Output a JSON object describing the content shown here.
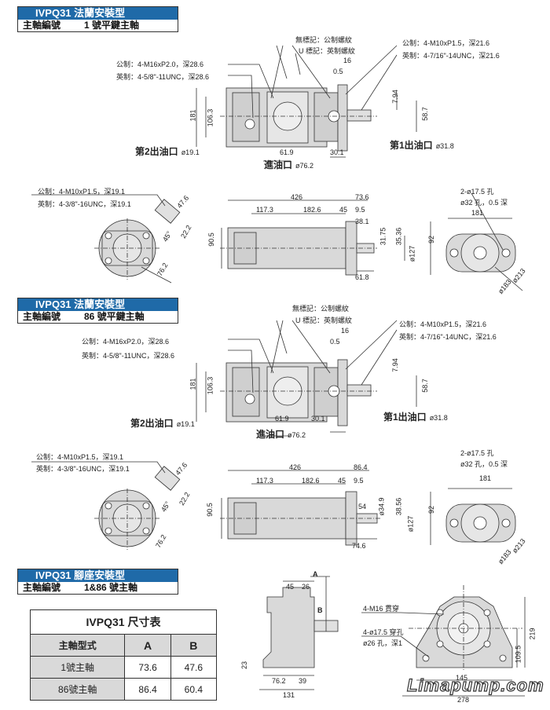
{
  "sections": [
    {
      "title": "IVPQ31 法蘭安裝型",
      "shaft_label": "主軸編號",
      "shaft_value": "1 號平鍵主軸"
    },
    {
      "title": "IVPQ31 法蘭安裝型",
      "shaft_label": "主軸編號",
      "shaft_value": "86 號平鍵主軸"
    },
    {
      "title": "IVPQ31 腳座安裝型",
      "shaft_label": "主軸編號",
      "shaft_value": "1&86 號主軸"
    }
  ],
  "s1": {
    "no_mark": "無標記：公制螺紋",
    "u_mark": "U 標記：英制螺紋",
    "metric_r": "公制：4-M10xP1.5，深21.6",
    "imperial_r": "英制：4-7/16\"-14UNC，深21.6",
    "metric_l": "公制：4-M16xP2.0，深28.6",
    "imperial_l": "英制：4-5/8\"-11UNC，深28.6",
    "outlet2": "第2出油口",
    "outlet2_d": "ø19.1",
    "outlet1": "第1出油口",
    "outlet1_d": "ø31.8",
    "inlet": "進油口",
    "inlet_d": "ø76.2",
    "d181": "181",
    "d106": "106.3",
    "d619": "61.9",
    "d301": "30.1",
    "d16": "16",
    "d05": "0.5",
    "d794": "7.94",
    "d587": "58.7"
  },
  "s2": {
    "metric": "公制：4-M10xP1.5，深19.1",
    "imperial": "英制：4-3/8\"-16UNC，深19.1",
    "d476": "47.6",
    "d222": "22.2",
    "d45deg": "45°",
    "d762": "76.2",
    "d426": "426",
    "d736": "73.6",
    "d1173": "117.3",
    "d1826": "182.6",
    "d45": "45",
    "d95": "9.5",
    "d381": "38.1",
    "d905": "90.5",
    "d3175": "31.75",
    "d3536": "35.36",
    "d127": "ø127",
    "d92": "92",
    "d618": "61.8",
    "holes": "2-ø17.5 孔",
    "cb": "ø32 孔，0.5 深",
    "d181": "181",
    "d213": "ø213",
    "d183": "ø183"
  },
  "s3": {
    "no_mark": "無標記：公制螺紋",
    "u_mark": "U 標記：英制螺紋",
    "metric_r": "公制：4-M10xP1.5，深21.6",
    "imperial_r": "英制：4-7/16\"-14UNC，深21.6",
    "metric_l": "公制：4-M16xP2.0，深28.6",
    "imperial_l": "英制：4-5/8\"-11UNC，深28.6",
    "outlet2": "第2出油口",
    "outlet2_d": "ø19.1",
    "outlet1": "第1出油口",
    "outlet1_d": "ø31.8",
    "inlet": "進油口",
    "inlet_d": "ø76.2",
    "d181": "181",
    "d106": "106.3",
    "d619": "61.9",
    "d301": "30.1",
    "d16": "16",
    "d05": "0.5",
    "d794": "7.94",
    "d587": "58.7"
  },
  "s4": {
    "metric": "公制：4-M10xP1.5，深19.1",
    "imperial": "英制：4-3/8\"-16UNC，深19.1",
    "d476": "47.6",
    "d222": "22.2",
    "d45deg": "45°",
    "d762": "76.2",
    "d426": "426",
    "d864": "86.4",
    "d1173": "117.3",
    "d1826": "182.6",
    "d45": "45",
    "d95": "9.5",
    "d905": "90.5",
    "d349": "ø34.9",
    "d3856": "38.56",
    "d54": "54",
    "d127": "ø127",
    "d92": "92",
    "d746": "74.6",
    "holes": "2-ø17.5 孔",
    "cb": "ø32 孔，0.5 深",
    "d181": "181",
    "d213": "ø213",
    "d183": "ø183"
  },
  "s5": {
    "m16": "4-M16 貫穿",
    "h175": "4-ø17.5 穿孔",
    "h26": "ø26 孔，深1",
    "d45": "45",
    "d26": "26",
    "dA": "A",
    "dB": "B",
    "d23": "23",
    "d762": "76.2",
    "d39": "39",
    "d131": "131",
    "d219": "219",
    "d1095": "109.5",
    "d145": "145",
    "d278": "278"
  },
  "table": {
    "caption": "IVPQ31 尺寸表",
    "headers": [
      "主軸型式",
      "A",
      "B"
    ],
    "rows": [
      [
        "1號主軸",
        "73.6",
        "47.6"
      ],
      [
        "86號主軸",
        "86.4",
        "60.4"
      ]
    ]
  },
  "watermark": "Limapump.com"
}
